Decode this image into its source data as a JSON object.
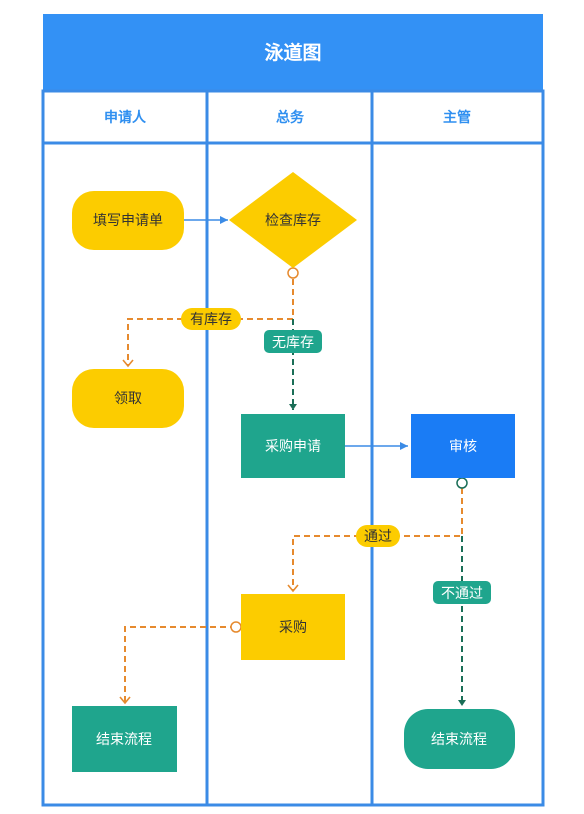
{
  "diagram": {
    "title": "泳道图",
    "lanes": [
      "申请人",
      "总务",
      "主管"
    ],
    "nodes": {
      "fill_form": "填写申请单",
      "check_stock": "检查库存",
      "receive": "领取",
      "purchase_request": "采购申请",
      "review": "审核",
      "purchase": "采购",
      "end_left": "结束流程",
      "end_right": "结束流程"
    },
    "edge_labels": {
      "in_stock": "有库存",
      "out_of_stock": "无库存",
      "approved": "通过",
      "rejected": "不通过"
    }
  },
  "colors": {
    "header_blue": "#3391f5",
    "frame_blue": "#3b8be6",
    "lane_label": "#2f8ff0",
    "yellow": "#fccc00",
    "teal": "#1fa58d",
    "review_blue": "#1a7cf5",
    "orange_line": "#e68a2e",
    "green_line": "#1a6e57",
    "solid_arrow": "#3b8be6"
  }
}
